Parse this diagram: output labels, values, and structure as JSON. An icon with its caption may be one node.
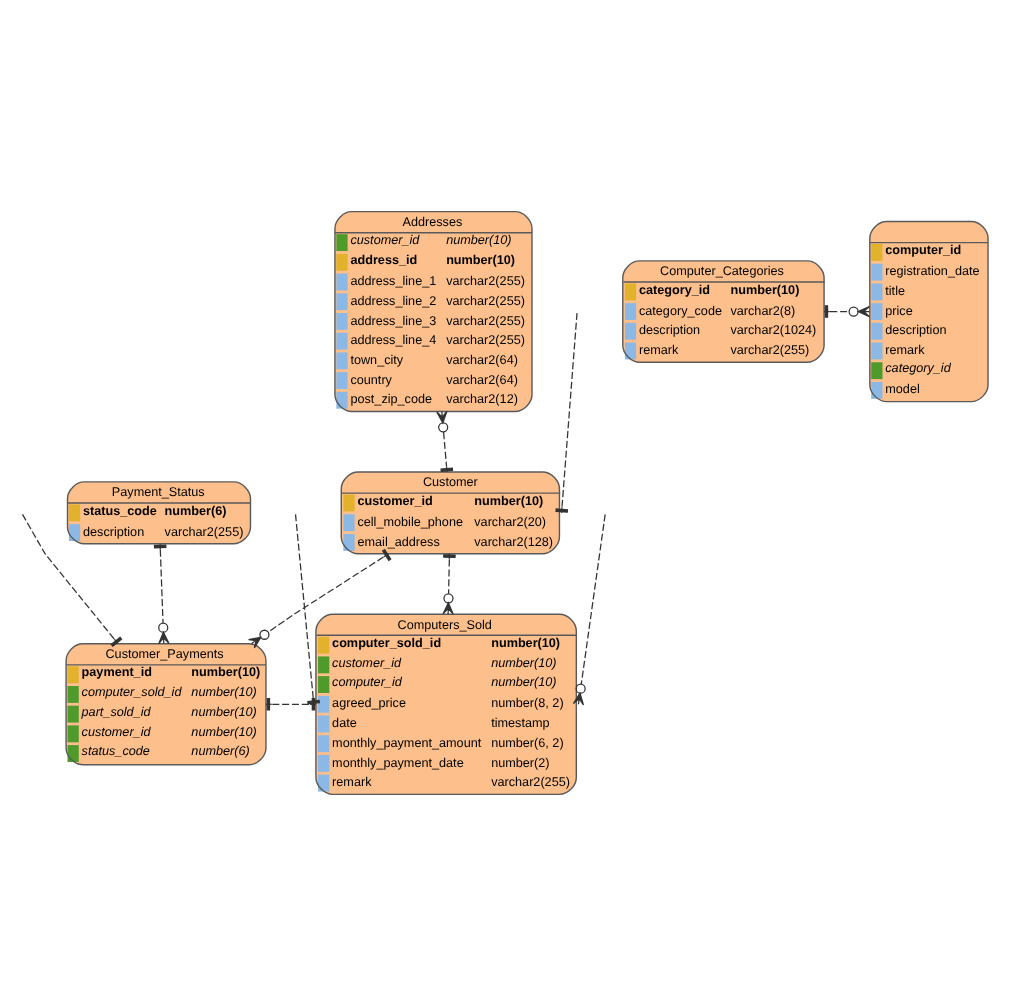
{
  "diagram": {
    "nodes": [
      {
        "text": [
          "Addresses",
          "customer_id",
          "number(10)",
          "address_id",
          "number(10)",
          "address_line_1",
          "varchar2(255)",
          "address_line_2",
          "varchar2(255)",
          "address_line_3",
          "varchar2(255)",
          "address_line_4",
          "varchar2(255)",
          "town_city",
          "varchar2(64)",
          "country",
          "varchar2(64)",
          "post_zip_code",
          "varchar2(12)"
        ]
      },
      {
        "text": [
          "Computer_Categories",
          "category_id",
          "number(10)",
          "category_code",
          "varchar2(8)",
          "description",
          "varchar2(1024)",
          "remark",
          "varchar2(255)"
        ]
      },
      {
        "text": [
          "computer_id",
          "registration_date",
          "title",
          "price",
          "description",
          "remark",
          "category_id",
          "model"
        ]
      },
      {
        "text": [
          "Payment_Status",
          "status_code",
          "number(6)",
          "description",
          "varchar2(255)"
        ]
      },
      {
        "text": [
          "Customer",
          "customer_id",
          "number(10)",
          "cell_mobile_phone",
          "varchar2(20)",
          "email_address",
          "varchar2(128)"
        ]
      },
      {
        "text": [
          "Customer_Payments",
          "payment_id",
          "number(10)",
          "computer_sold_id",
          "number(10)",
          "part_sold_id",
          "number(10)",
          "customer_id",
          "number(10)",
          "status_code",
          "number(6)"
        ]
      },
      {
        "text": [
          "Computers_Sold",
          "computer_sold_id",
          "number(10)",
          "customer_id",
          "number(10)",
          "computer_id",
          "number(10)",
          "agreed_price",
          "number(8, 2)",
          "date",
          "timestamp",
          "monthly_payment_amount",
          "number(6, 2)",
          "monthly_payment_date",
          "number(2)",
          "remark",
          "varchar2(255)"
        ]
      }
    ],
    "edges": [
      {
        "from": 0,
        "to": 4,
        "arrow": "other",
        "style": "dashed"
      },
      {
        "from": 1,
        "to": 2,
        "arrow": "other",
        "style": "dashed"
      },
      {
        "from": null,
        "to": 4,
        "arrow": "other",
        "style": "dashed"
      },
      {
        "from": 3,
        "to": 5,
        "arrow": "other",
        "style": "dashed"
      },
      {
        "from": 4,
        "to": 5,
        "arrow": "other",
        "style": "dashed"
      },
      {
        "from": 4,
        "to": 6,
        "arrow": "other",
        "style": "dashed"
      },
      {
        "from": null,
        "to": 5,
        "arrow": "other",
        "style": "dashed"
      },
      {
        "from": 5,
        "to": 6,
        "arrow": "other",
        "style": "dashed"
      },
      {
        "from": null,
        "to": 6,
        "arrow": "other",
        "style": "dashed"
      },
      {
        "from": null,
        "to": 6,
        "arrow": "other",
        "style": "dashed"
      }
    ]
  }
}
